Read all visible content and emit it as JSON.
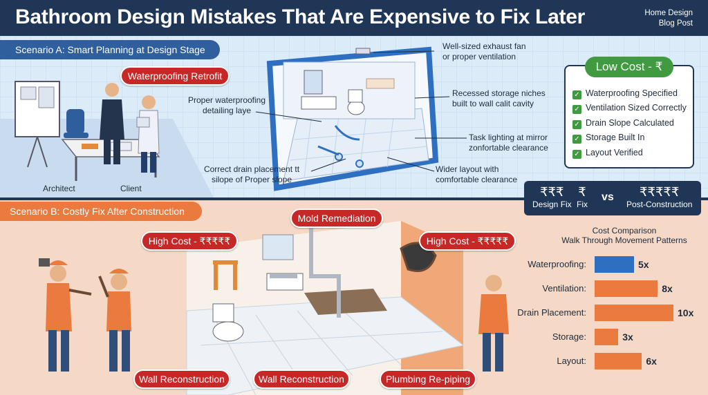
{
  "header": {
    "title": "Bathroom Design Mistakes That Are Expensive to Fix Later",
    "brand_line1": "Home Design",
    "brand_line2": "Blog Post"
  },
  "scenario_a": {
    "title": "Scenario A: Smart Planning at Design Stage",
    "badge": "Waterproofing Retrofit",
    "architect": "Architect",
    "client": "Client",
    "callouts": {
      "fan_1": "Well-sized exhaust fan",
      "fan_2": "or proper ventilation",
      "waterproof_1": "Proper waterproofing",
      "waterproof_2": "detailing laye",
      "niche_1": "Recessed storage niches",
      "niche_2": "built to wall calit cavity",
      "lighting_1": "Task lighting at mirror",
      "lighting_2": "zonfortable clearance",
      "drain_1": "Correct drain placement tt",
      "drain_2": "silope of Proper slope",
      "layout_1": "Wider layout with",
      "layout_2": "comfortable clearance"
    },
    "low_cost": {
      "label": "Low Cost - ₹",
      "items": [
        "Waterproofing Specified",
        "Ventilation Sized Correctly",
        "Drain Slope Calculated",
        "Storage Built In",
        "Layout Verified"
      ]
    }
  },
  "comparison": {
    "design_symbol": "₹₹₹",
    "design_label": "Design Fix",
    "fix_symbol": "₹",
    "fix_label": "Fix",
    "vs": "vs",
    "post_symbol": "₹₹₹₹₹",
    "post_label": "Post-Construction"
  },
  "scenario_b": {
    "title": "Scenario B: Costly Fix After Construction",
    "high_cost_left": "High Cost - ₹₹₹₹₹",
    "mold": "Mold Remediation",
    "high_cost_right": "High Cost - ₹₹₹₹₹",
    "wall_1": "Wall Reconstruction",
    "wall_2": "Wall Reconstruction",
    "plumbing": "Plumbing Re-piping"
  },
  "chart_data": {
    "type": "bar",
    "title": "Cost Comparison",
    "subtitle": "Walk Through Movement Patterns",
    "categories": [
      "Waterproofing:",
      "Ventilation:",
      "Drain Placement:",
      "Storage:",
      "Layout:"
    ],
    "values": [
      5,
      8,
      10,
      3,
      6
    ],
    "value_labels": [
      "5x",
      "8x",
      "10x",
      "3x",
      "6x"
    ],
    "colors": [
      "#2f6fc1",
      "#ea7a3d",
      "#ea7a3d",
      "#ea7a3d",
      "#ea7a3d"
    ],
    "xlim": [
      0,
      10
    ]
  }
}
